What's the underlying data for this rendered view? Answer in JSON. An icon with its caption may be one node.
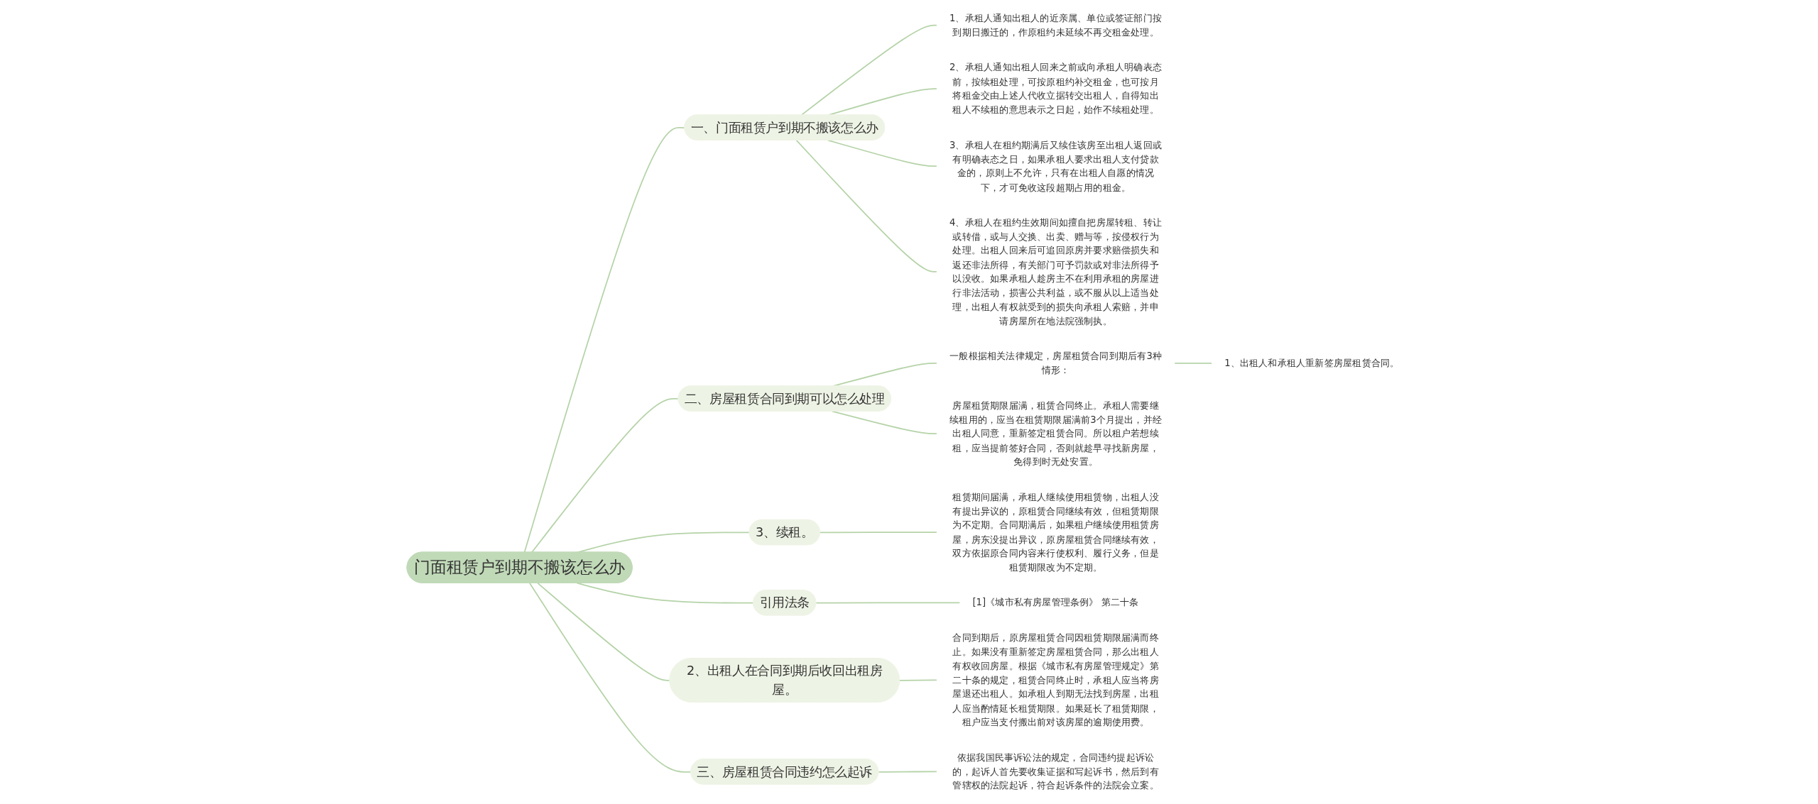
{
  "diagram": {
    "nodes": [
      {
        "text": [
          "门面租赁户到期不搬该怎么办"
        ]
      },
      {
        "text": [
          "一、门面租赁户到期不搬该怎么办"
        ]
      },
      {
        "text": [
          "1、承租人通知出租人的近亲属、单位或签证部门按到期日搬迁的，作原租约未延续不再交租金处理。"
        ]
      },
      {
        "text": [
          "2、承租人通知出租人回来之前或向承租人明确表态前，按续租处理，可按原租约补交租金，也可按月将租金交由上述人代收立据转交出租人，自得知出租人不续租的意思表示之日起，始作不续租处理。"
        ]
      },
      {
        "text": [
          "3、承租人在租约期满后又续住该房至出租人返回或有明确表态之日，如果承租人要求出租人支付贷款金的，原则上不允许，只有在出租人自愿的情况下，才可免收这段超期占用的租金。"
        ]
      },
      {
        "text": [
          "4、承租人在租约生效期间如擅自把房屋转租、转让或转借，或与人交换、出卖、赠与等，按侵权行为处理。出租人回来后可追回原房并要求赔偿损失和返还非法所得，有关部门可予罚款或对非法所得予以没收。如果承租人趁房主不在利用承租的房屋进行非法活动，损害公共利益，或不服从以上适当处理，出租人有权就受到的损失向承租人索赔，并申请房屋所在地法院强制执。"
        ]
      },
      {
        "text": [
          "二、房屋租赁合同到期可以怎么处理"
        ]
      },
      {
        "text": [
          "一般根据相关法律规定，房屋租赁合同到期后有3种情形："
        ]
      },
      {
        "text": [
          "1、出租人和承租人重新签房屋租赁合同。"
        ]
      },
      {
        "text": [
          "房屋租赁期限届满，租赁合同终止。承租人需要继续租用的，应当在租赁期限届满前3个月提出，并经出租人同意，重新签定租赁合同。所以租户若想续租，应当提前签好合同，否则就趁早寻找新房屋，免得到时无处安置。"
        ]
      },
      {
        "text": [
          "3、续租。"
        ]
      },
      {
        "text": [
          "租赁期间届满，承租人继续使用租赁物，出租人没有提出异议的，原租赁合同继续有效，但租赁期限为不定期。合同期满后，如果租户继续使用租赁房屋，房东没提出异议，原房屋租赁合同继续有效，双方依据原合同内容来行使权利、履行义务，但是租赁期限改为不定期。"
        ]
      },
      {
        "text": [
          "引用法条"
        ]
      },
      {
        "text": [
          "[1]《城市私有房屋管理条例》 第二十条"
        ]
      },
      {
        "text": [
          "2、出租人在合同到期后收回出租房屋。"
        ]
      },
      {
        "text": [
          "合同到期后，原房屋租赁合同因租赁期限届满而终止。如果没有重新签定房屋租赁合同，那么出租人有权收回房屋。根据《城市私有房屋管理规定》第二十条的规定，租赁合同终止时，承租人应当将房屋退还出租人。如承租人到期无法找到房屋，出租人应当酌情延长租赁期限。如果延长了租赁期限，租户应当支付搬出前对该房屋的逾期使用费。"
        ]
      },
      {
        "text": [
          "三、房屋租赁合同违约怎么起诉"
        ]
      },
      {
        "text": [
          "依据我国民事诉讼法的规定，合同违约提起诉讼的，起诉人首先要收集证据和写起诉书，然后到有管辖权的法院起诉，符合起诉条件的法院会立案。"
        ]
      }
    ],
    "edges": [
      {
        "from": 0,
        "to": 1,
        "arrow": "none"
      },
      {
        "from": 1,
        "to": 2,
        "arrow": "none"
      },
      {
        "from": 1,
        "to": 3,
        "arrow": "none"
      },
      {
        "from": 1,
        "to": 4,
        "arrow": "none"
      },
      {
        "from": 1,
        "to": 5,
        "arrow": "none"
      },
      {
        "from": 0,
        "to": 6,
        "arrow": "none"
      },
      {
        "from": 6,
        "to": 7,
        "arrow": "none"
      },
      {
        "from": 7,
        "to": 8,
        "arrow": "none"
      },
      {
        "from": 6,
        "to": 9,
        "arrow": "none"
      },
      {
        "from": 0,
        "to": 10,
        "arrow": "none"
      },
      {
        "from": 10,
        "to": 11,
        "arrow": "none"
      },
      {
        "from": 0,
        "to": 12,
        "arrow": "none"
      },
      {
        "from": 12,
        "to": 13,
        "arrow": "none"
      },
      {
        "from": 0,
        "to": 14,
        "arrow": "none"
      },
      {
        "from": 14,
        "to": 15,
        "arrow": "none"
      },
      {
        "from": 0,
        "to": 16,
        "arrow": "none"
      },
      {
        "from": 16,
        "to": 17,
        "arrow": "none"
      }
    ]
  }
}
